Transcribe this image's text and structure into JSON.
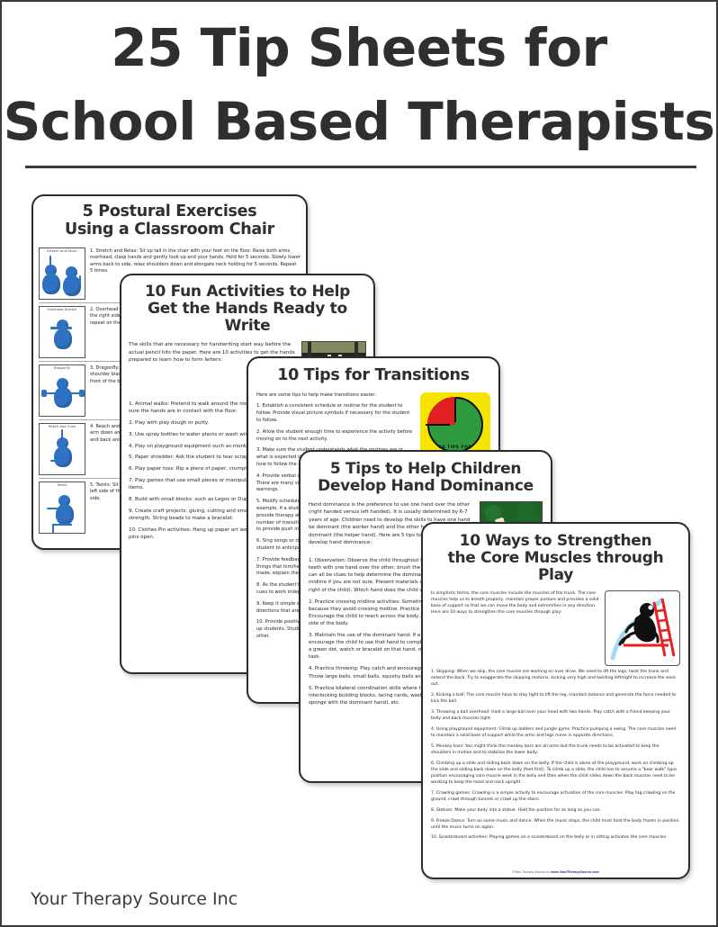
{
  "header": {
    "title_line1": "25 Tip Sheets for",
    "title_line2": "School Based Therapists"
  },
  "footer": {
    "company": "Your Therapy Source Inc"
  },
  "credit": {
    "text": "©Your Therapy Source Inc  ",
    "url": "www.YourTherapySource.com"
  },
  "colors": {
    "title_text": "#2f2f31",
    "card_border": "#2c2c2e",
    "figure_blue": "#2f72c4",
    "timer_yellow": "#F5E400",
    "timer_green": "#2E9B3F",
    "timer_red": "#E02020",
    "ladder_red": "#E8201F",
    "slide_blue": "#A8D8F0"
  },
  "sheets": [
    {
      "id": "postural",
      "title_line1": "5 Postural Exercises",
      "title_line2": "Using a Classroom Chair",
      "exercises": [
        {
          "figure_caption": "Stretch and Relax",
          "text": "1.  Stretch and Relax:  Sit up tall in the chair with your feet on the floor.  Raise both arms overhead, clasp hands and gently look up and your hands.  Hold for 5 seconds.  Slowly lower arms back to side, relax shoulders down and elongate neck holding for 5 seconds.  Repeat 5 times."
        },
        {
          "figure_caption": "Overhead Stretch",
          "text": "2.  Overhead Stretch:  Sit up tall in the chair.  Raise your left arm overhead.  Reach over to the right side.  Gently pull your left arm with the right hand.  Hold for 5 seconds.  Lower and repeat on the other side pulling the left hand.  Repeat 5 times each side."
        },
        {
          "figure_caption": "Dragonfly",
          "text": "3.  Dragonfly:  Sit up tall in the chair.  Raise both arms up to shoulder height.  Pull the shoulder blades together pushing the arms back behind the body.  Return your arms to the front of the body.  Hold for 5 seconds.  Repeat 5 times."
        },
        {
          "figure_caption": "Reach and Grab",
          "text": "4.  Reach and Grab:  Sit up tall in the chair.  Reach left hand up overhead and pull the right arm down and across the body.  Bring hands together and hold.  Switch the left arm down and back and left arm up overhead.  Clasp the fingers together.  Repeat 5 times."
        },
        {
          "figure_caption": "Twists",
          "text": "5.  Twists: Sit up tall in the chair.  Twist to the left shoulder, reach with the right arm to the left side of the chair.  Look over your shoulder and hold for 10 seconds.  Repeat on other side."
        }
      ]
    },
    {
      "id": "hands",
      "title_line1": "10 Fun Activities to Help",
      "title_line2": "Get the Hands Ready to Write",
      "intro": "The skills that are necessary for handwriting start way before the actual pencil hits the paper.  Here are 10 activities to get the hands prepared to learn how to form letters:",
      "photo_alt": "child-hanging-monkey-bars-photo",
      "items": [
        "1.  Animal walks:  Pretend to walk around the room like a bear, crab, dog, cat, lion, etc.  Make sure the hands are in contact with the floor.",
        "2.  Play with play dough or putty.",
        "3.  Use spray bottles to water plants or wash windows.",
        "4.  Play on playground equipment such as monkey bars.",
        "5.  Paper shredder:  Ask the student to tear scrap paper up into small pieces.",
        "6.  Play paper toss: Rip a piece of paper, crumple it and try to throw it in the garbage can.",
        "7.  Play games that use small pieces or manipulatives that require the child to pick up small items.",
        "8.  Build with small blocks: such as Legos or Duplos.",
        "9.  Create craft projects: gluing, cutting and small pieces.  Use liquid glue to help build hand strength.  String beads to make a bracelet.",
        "10.  Clothes Pin activities: Hang up paper art work or hang them up to dry pinching the clothes pins open."
      ]
    },
    {
      "id": "transitions",
      "title": "10 Tips for Transitions",
      "intro": "Here are some tips to help make transitions easier:",
      "timer_label": "10 TIPS FOR",
      "items": [
        "1. Establish a consistent schedule or routine for the student to follow.  Provide visual picture symbols if necessary for the student to follow.",
        "2. Allow the student enough time to experience the activity before moving on to the next activity.",
        "3. Make sure the student understands what the routines are or what is expected of him/her.  Some students may need to be taught how to follow the routine with extra practice and time.",
        "4. Provide verbal and physical cues that transitions are coming up.  There are many visual timers that can be used to provide warnings.",
        "5. Modify schedules to have the least amount of transitions.  For example, if a student is already out of class to go to the nurse, provide therapy at that time.  Try to schedule therapy to reduce the number of transitions throughout the day.  Another option would be to provide push in therapy in the classroom.",
        "6. Sing songs or chants to signal transitions.  This will help the student to anticipate what is to happen next.",
        "7. Provide feedback about transitions.  Point out and praise the things that him/her what they did correct.  If changes need to be made, explain them before the transition the next time.",
        "8. As the student's skills improve during transitions, decrease the cues to work independently.",
        "9. Keep it simple with directions for the transitions.  Provide directions that are effective and concise.",
        "10. Provide positive reinforcement for successful transitions.  Pair up students.  Students will learn from each other and support each other."
      ]
    },
    {
      "id": "dominance",
      "title_line1": "5 Tips to Help Children",
      "title_line2": "Develop Hand Dominance",
      "intro": "Hand dominance is the preference to use one hand over the other (right handed versus left handed).  It is usually determined by 6-7 years of age.  Children need to develop the skills to have one hand be dominant (the worker hand) and the other hand be non-dominant (the helper hand).  Here are 5 tips to help children develop hand dominance:",
      "photo_alt": "child-throwing-ball-photo",
      "items": [
        "1.  Observation:  Observe the child throughout the school day.  Does the child usually brush the teeth with one hand over the other, brush the hair, throw a ball, or use eating utensils?  These can all be clues to help determine the dominant hand of the child.  Try putting materials at midline if you are not sure.  Present materials and objects at midline (meaning not to the left or right of the child).  Which hand does the child use to reach for materials?",
        "2. Practice crossing midline activities:  Sometimes children may switch hands during a task because they avoid crossing midline.  Practice writing on a large chalk or white board.  Encourage the child to reach across the body, i.e. reaching with the right hand over to the left side of the body.",
        "3.  Maintain the use of the dominant hand:  If a child is beginning to show a hand dominance, encourage the child to use that hand to complete the task without a switch.  If you need to put a green dot, watch or bracelet on that hand, remind the student to use that hand for the entire task.",
        "4.  Practice throwing:  Play catch and encourage the child to throw with the dominant hand.  Throw large balls, small balls, squishy balls and bean bags.",
        "5.  Practice bilateral coordination skills where there is a worker and a helper hand (i.e. interlocking building blocks, lacing cards, wash dishes with two hands, hold the bowl and sponge with the dominant hand), etc."
      ]
    },
    {
      "id": "core",
      "title_line1": "10 Ways to Strengthen",
      "title_line2": "the Core Muscles through Play",
      "intro": "In simplistic terms, the core muscles include the muscles of the trunk.   The core muscles help us to breath properly, maintain proper posture and provides a solid base of support so that we can move the body and extremities in any direction.  Here are 10 ways to strengthen the core muscles through play:",
      "art_alt": "child-sliding-down-slide-ladder-illustration",
      "items": [
        "1.  Skipping:  When we skip, the core muscle are working on over drive.  We need to lift the legs, twist the trunk and extend the back.  Try to exaggerate the skipping motions, kicking very high and twisting left/right to increase the work out.",
        "2.  Kicking a ball:  The core muscle have to stay tight to lift the leg, maintain balance and generate the force needed to kick the ball.",
        "3.  Throwing a ball overhead:  Hold a large ball over your head with two hands.  Play catch with a friend keeping your belly and back muscles tight.",
        "4.  Using playground equipment:  Climb up ladders and jungle gyms.  Practice pumping a swing.  The core muscles need to maintain a solid base of support while the arms and legs move in opposite directions.",
        "5.  Monkey bars:  You might think the monkey bars are all arms but the trunk needs to be activated to keep the shoulders in motion and to stabilize the lower body.",
        "6.  Climbing up a slide and sliding back down on the belly:  If the child is alone at the playground, work on climbing up the slide and sliding back down on the belly (feet first).  To climb up a slide, the child has to assume a \"bear walk\" type position encouraging core muscle work in the belly and then when the child slides down the back muscles need to be working to keep the head and neck upright.",
        "7.  Crawling games:  Crawling is a simple activity to encourage activation of the core muscles.  Play tag crawling on the ground, crawl through tunnels or crawl up the stairs.",
        "8.  Statues:  Make your body into a statue.  Hold the position for as long as you can.",
        "9.  Freeze Dance:  Turn on some music and dance.  When the music stops, the child must hold the body frozen in position until the music turns on again.",
        "10.   Scooterboard activities:  Playing games on a scooterboard on the belly or in sitting activates the core muscles."
      ]
    }
  ]
}
